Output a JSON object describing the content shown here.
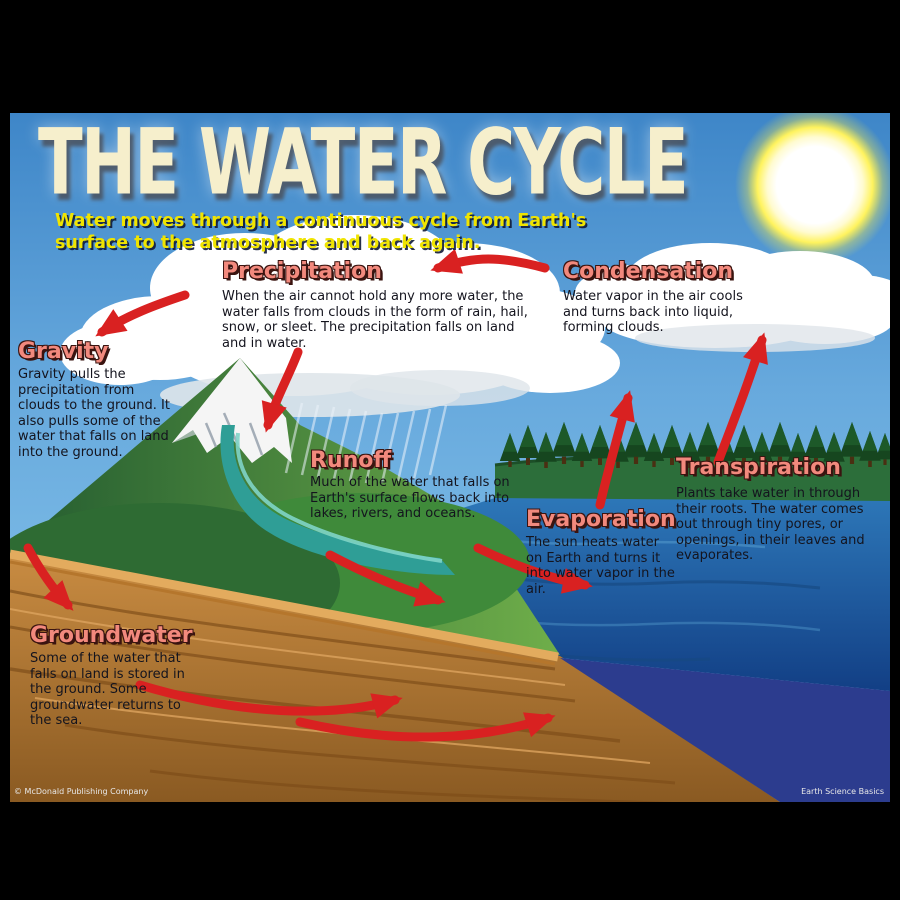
{
  "poster": {
    "title": "THE WATER CYCLE",
    "subtitle": "Water moves through a continuous cycle from Earth's surface to the atmosphere and back again.",
    "sections": [
      {
        "id": "precipitation",
        "label": "Precipitation",
        "text": "When the air cannot hold any more water, the water falls from clouds in the form of rain, hail, snow, or sleet. The precipitation falls on land and in water."
      },
      {
        "id": "condensation",
        "label": "Condensation",
        "text": "Water vapor in the air cools and turns back into liquid, forming clouds."
      },
      {
        "id": "gravity",
        "label": "Gravity",
        "text": "Gravity pulls the precipitation from clouds to the ground. It also pulls some of the water that falls on land into the ground."
      },
      {
        "id": "runoff",
        "label": "Runoff",
        "text": "Much of the water that falls on Earth's surface flows back into lakes, rivers, and oceans."
      },
      {
        "id": "evaporation",
        "label": "Evaporation",
        "text": "The sun heats water on Earth and turns it into water vapor in the air."
      },
      {
        "id": "transpiration",
        "label": "Transpiration",
        "text": "Plants take water in through their roots. The water comes out through tiny pores, or openings, in their leaves and evaporates."
      },
      {
        "id": "groundwater",
        "label": "Groundwater",
        "text": "Some of the water that falls on land is stored in the ground. Some groundwater returns to the sea."
      }
    ],
    "footer": {
      "left": "© McDonald Publishing Company",
      "right": "Earth Science Basics"
    },
    "colors": {
      "label_accent": "#f2897d",
      "title_cream": "#f6efcc",
      "subtitle_yellow": "#f0e400",
      "arrow_red": "#d92121",
      "sky_top": "#3e86c8",
      "sea_blue": "#1b5fa0",
      "soil_brown": "#a96c28"
    },
    "scene_elements": [
      "sun",
      "clouds",
      "snow-capped-mountain",
      "river",
      "sea",
      "forest",
      "soil-cross-section",
      "red-flow-arrows"
    ]
  }
}
